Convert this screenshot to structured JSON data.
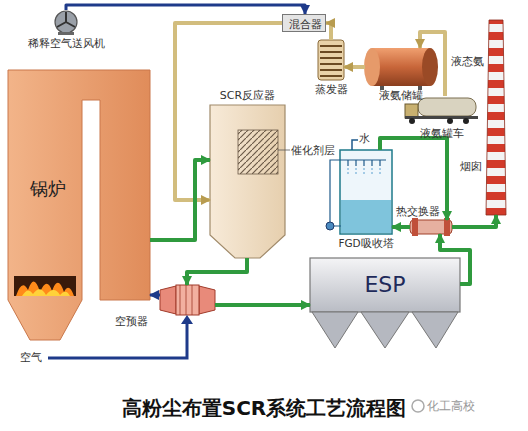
{
  "diagram": {
    "title": "高粉尘布置SCR系统工艺流程图",
    "nodes": [
      {
        "text": [
          "稀释空气送风机"
        ]
      },
      {
        "text": [
          "混合器"
        ]
      },
      {
        "text": [
          "蒸发器"
        ]
      },
      {
        "text": [
          "液氨储罐"
        ]
      },
      {
        "text": [
          "液氨罐车"
        ]
      },
      {
        "text": [
          "烟囱"
        ]
      },
      {
        "text": [
          "锅炉"
        ]
      },
      {
        "text": [
          "SCR反应器",
          "催化剂层"
        ]
      },
      {
        "text": [
          "FGD吸收塔"
        ]
      },
      {
        "text": [
          "热交换器"
        ]
      },
      {
        "text": [
          "ESP"
        ]
      },
      {
        "text": [
          "空预器"
        ]
      }
    ],
    "edges": [
      {
        "from": 0,
        "to": 1,
        "arrow": "to"
      },
      {
        "from": 2,
        "to": 1,
        "arrow": "to"
      },
      {
        "from": 3,
        "to": 2,
        "arrow": "to"
      },
      {
        "from": 4,
        "to": 3,
        "label": "液态氨",
        "arrow": "to"
      },
      {
        "from": 1,
        "to": 7,
        "arrow": "to"
      },
      {
        "from": 6,
        "to": 7,
        "arrow": "to"
      },
      {
        "from": 7,
        "to": 11,
        "arrow": "to"
      },
      {
        "from": 11,
        "to": 10,
        "arrow": "to"
      },
      {
        "from": 10,
        "to": 9,
        "arrow": "to"
      },
      {
        "from": 9,
        "to": 8,
        "arrow": "to"
      },
      {
        "from": 8,
        "to": 9,
        "arrow": "to"
      },
      {
        "from": 9,
        "to": 5,
        "arrow": "to"
      },
      {
        "from": 11,
        "to": 6,
        "arrow": "to"
      }
    ],
    "labels": [
      "水",
      "空气",
      "化工高校"
    ]
  }
}
